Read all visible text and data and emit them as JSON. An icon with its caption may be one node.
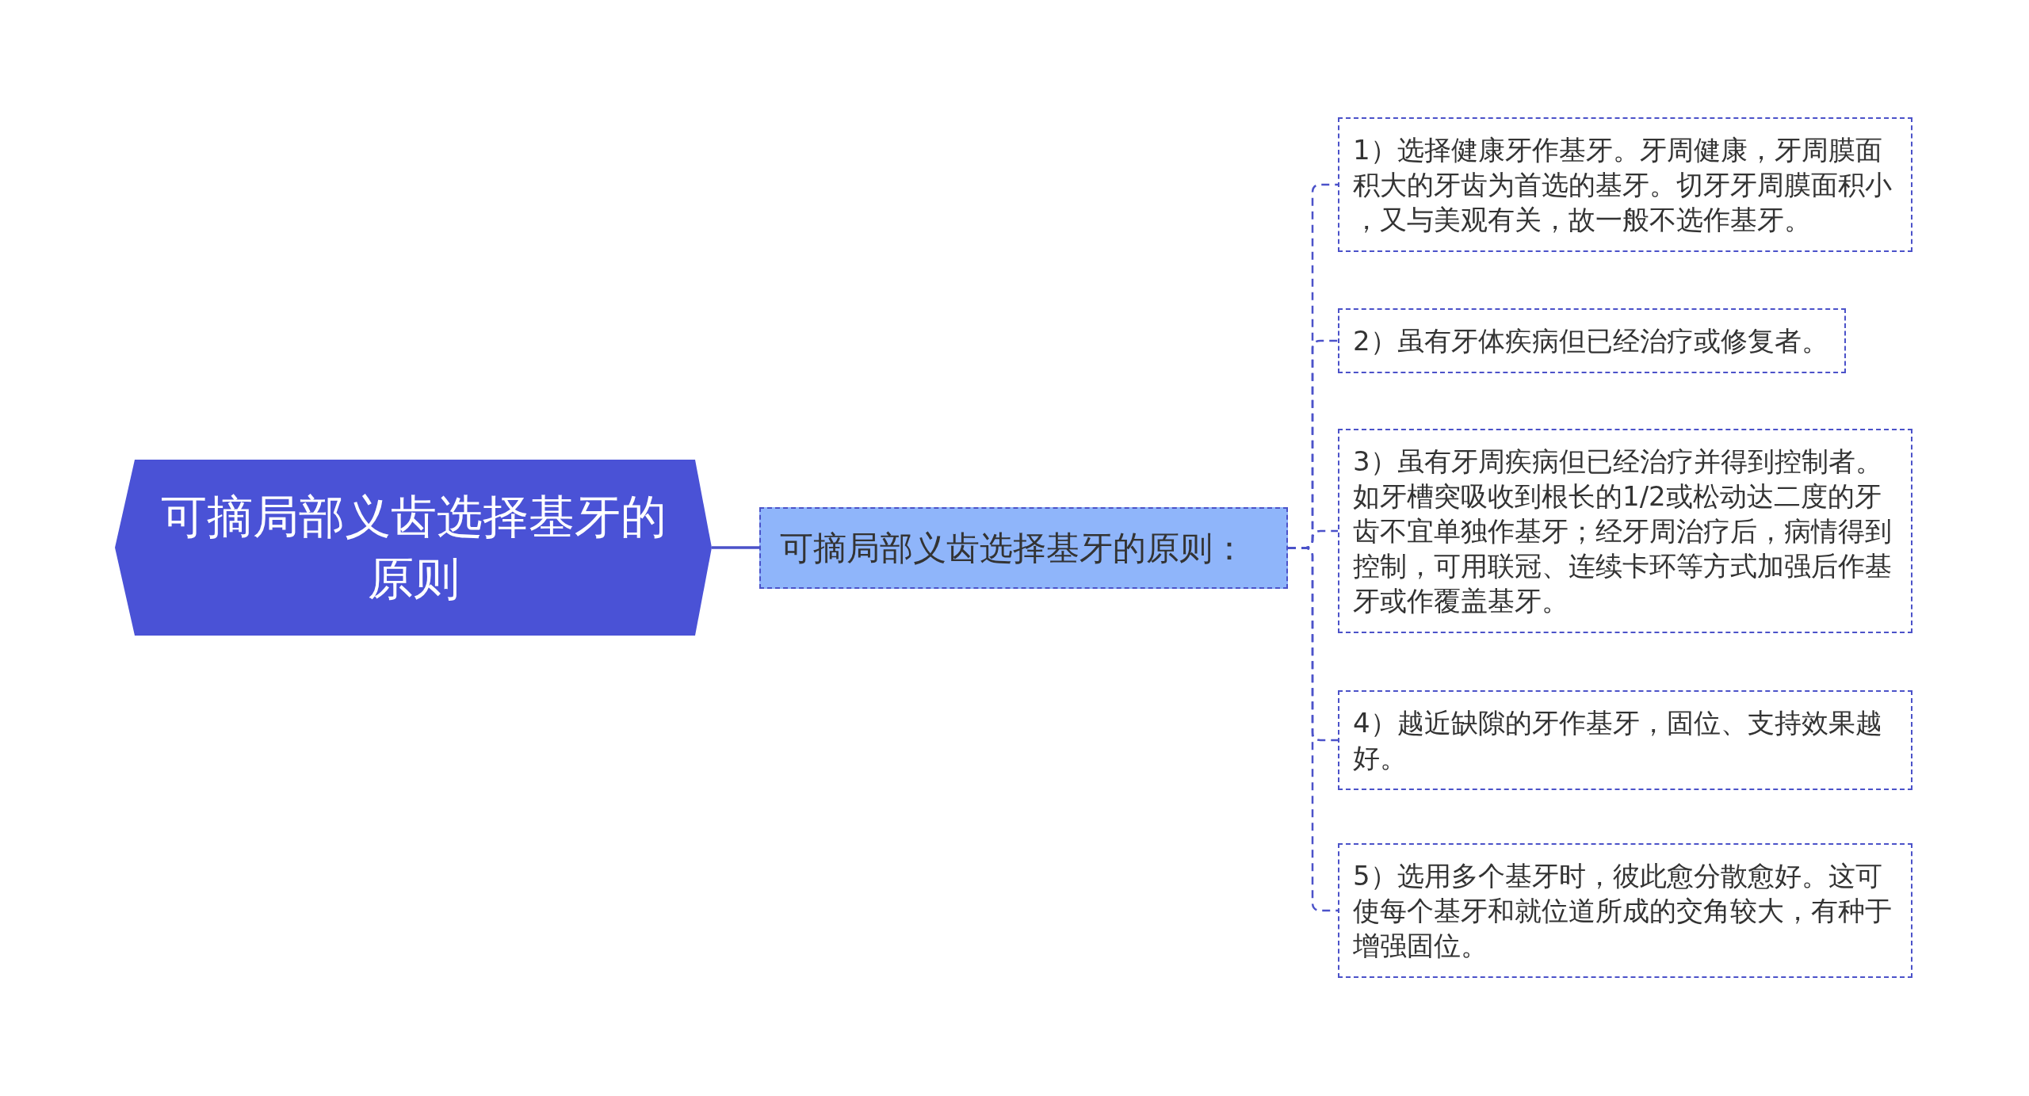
{
  "diagram": {
    "nodes": [
      {
        "text": [
          "可摘局部义齿选择基牙的原则"
        ]
      },
      {
        "text": [
          "可摘局部义齿选择基牙的原则："
        ]
      },
      {
        "text": [
          "1）选择健康牙作基牙。牙周健康，牙周膜面积大的牙齿为首选的基牙。切牙牙周膜面积小，又与美观有关，故一般不选作基牙。"
        ]
      },
      {
        "text": [
          "2）虽有牙体疾病但已经治疗或修复者。"
        ]
      },
      {
        "text": [
          "3）虽有牙周疾病但已经治疗并得到控制者。如牙槽突吸收到根长的1/2或松动达二度的牙齿不宜单独作基牙；经牙周治疗后，病情得到控制，可用联冠、连续卡环等方式加强后作基牙或作覆盖基牙。"
        ]
      },
      {
        "text": [
          "4）越近缺隙的牙作基牙，固位、支持效果越好。"
        ]
      },
      {
        "text": [
          "5）选用多个基牙时，彼此愈分散愈好。这可使每个基牙和就位道所成的交角较大，有种于增强固位。"
        ]
      }
    ],
    "edges": [
      {
        "from": 0,
        "to": 1,
        "arrow": "none"
      },
      {
        "from": 1,
        "to": 2,
        "arrow": "none",
        "style": "dashed"
      },
      {
        "from": 1,
        "to": 3,
        "arrow": "none",
        "style": "dashed"
      },
      {
        "from": 1,
        "to": 4,
        "arrow": "none",
        "style": "dashed"
      },
      {
        "from": 1,
        "to": 5,
        "arrow": "none",
        "style": "dashed"
      },
      {
        "from": 1,
        "to": 6,
        "arrow": "none",
        "style": "dashed"
      }
    ]
  }
}
